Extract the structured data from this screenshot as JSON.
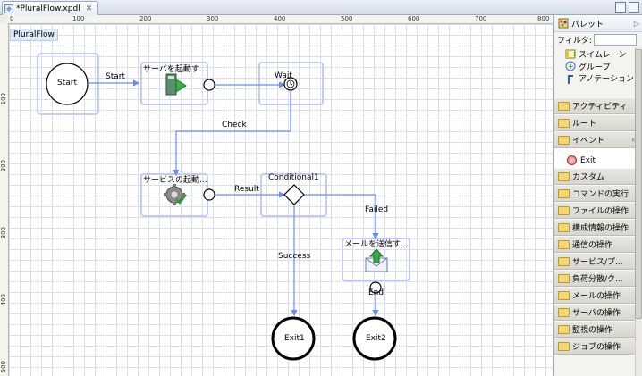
{
  "tab": {
    "title": "*PluralFlow.xpdl",
    "close": "✕"
  },
  "ruler": {
    "top": [
      "0",
      "100",
      "200",
      "300",
      "400",
      "500",
      "600",
      "700",
      "800"
    ],
    "left": [
      "100",
      "200",
      "300",
      "400",
      "500"
    ]
  },
  "canvas": {
    "flow_name": "PluralFlow",
    "nodes": {
      "start": "Start",
      "start_server": "サーバを起動す...",
      "wait": "Wait",
      "start_service": "サービスの起動...",
      "conditional": "Conditional1",
      "send_mail": "メールを送信す...",
      "exit1": "Exit1",
      "exit2": "Exit2"
    },
    "edges": {
      "start": "Start",
      "check": "Check",
      "result": "Result",
      "failed": "Failed",
      "success": "Success",
      "end": "End"
    }
  },
  "palette": {
    "title": "パレット",
    "filter_label": "フィルタ:",
    "filter_value": "",
    "tools": [
      {
        "label": "スイムレーン",
        "icon": "swimlane-icon"
      },
      {
        "label": "グループ",
        "icon": "group-icon"
      },
      {
        "label": "アノテーション",
        "icon": "annotation-icon"
      }
    ],
    "drawers_top": [
      "アクティビティ",
      "ルート",
      "イベント"
    ],
    "event_item": "Exit",
    "drawers_bottom": [
      "カスタム",
      "コマンドの実行",
      "ファイルの操作",
      "構成情報の操作",
      "通信の操作",
      "サービス/プ...",
      "負荷分散/ク...",
      "メールの操作",
      "サーバの操作",
      "監視の操作",
      "ジョブの操作"
    ]
  },
  "colors": {
    "accent": "#6b8ee8",
    "node_border": "#b7c3f3",
    "edge": "#6b8ee8"
  }
}
